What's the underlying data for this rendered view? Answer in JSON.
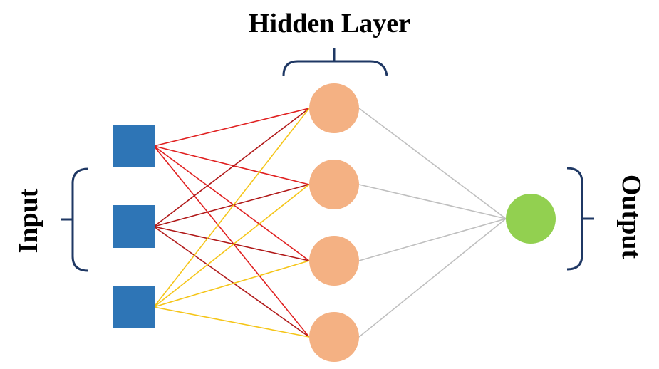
{
  "labels": {
    "hidden_layer": "Hidden Layer",
    "input": "Input",
    "output": "Output"
  },
  "network": {
    "input_nodes": 3,
    "hidden_nodes": 4,
    "output_nodes": 1
  },
  "colors": {
    "input_node": "#2e75b6",
    "hidden_node": "#f4b183",
    "output_node": "#92d050",
    "input1_links": "#e02020",
    "input2_links": "#b01818",
    "input3_links": "#f5c518",
    "output_links": "#bfbfbf",
    "brace": "#1f3864"
  }
}
